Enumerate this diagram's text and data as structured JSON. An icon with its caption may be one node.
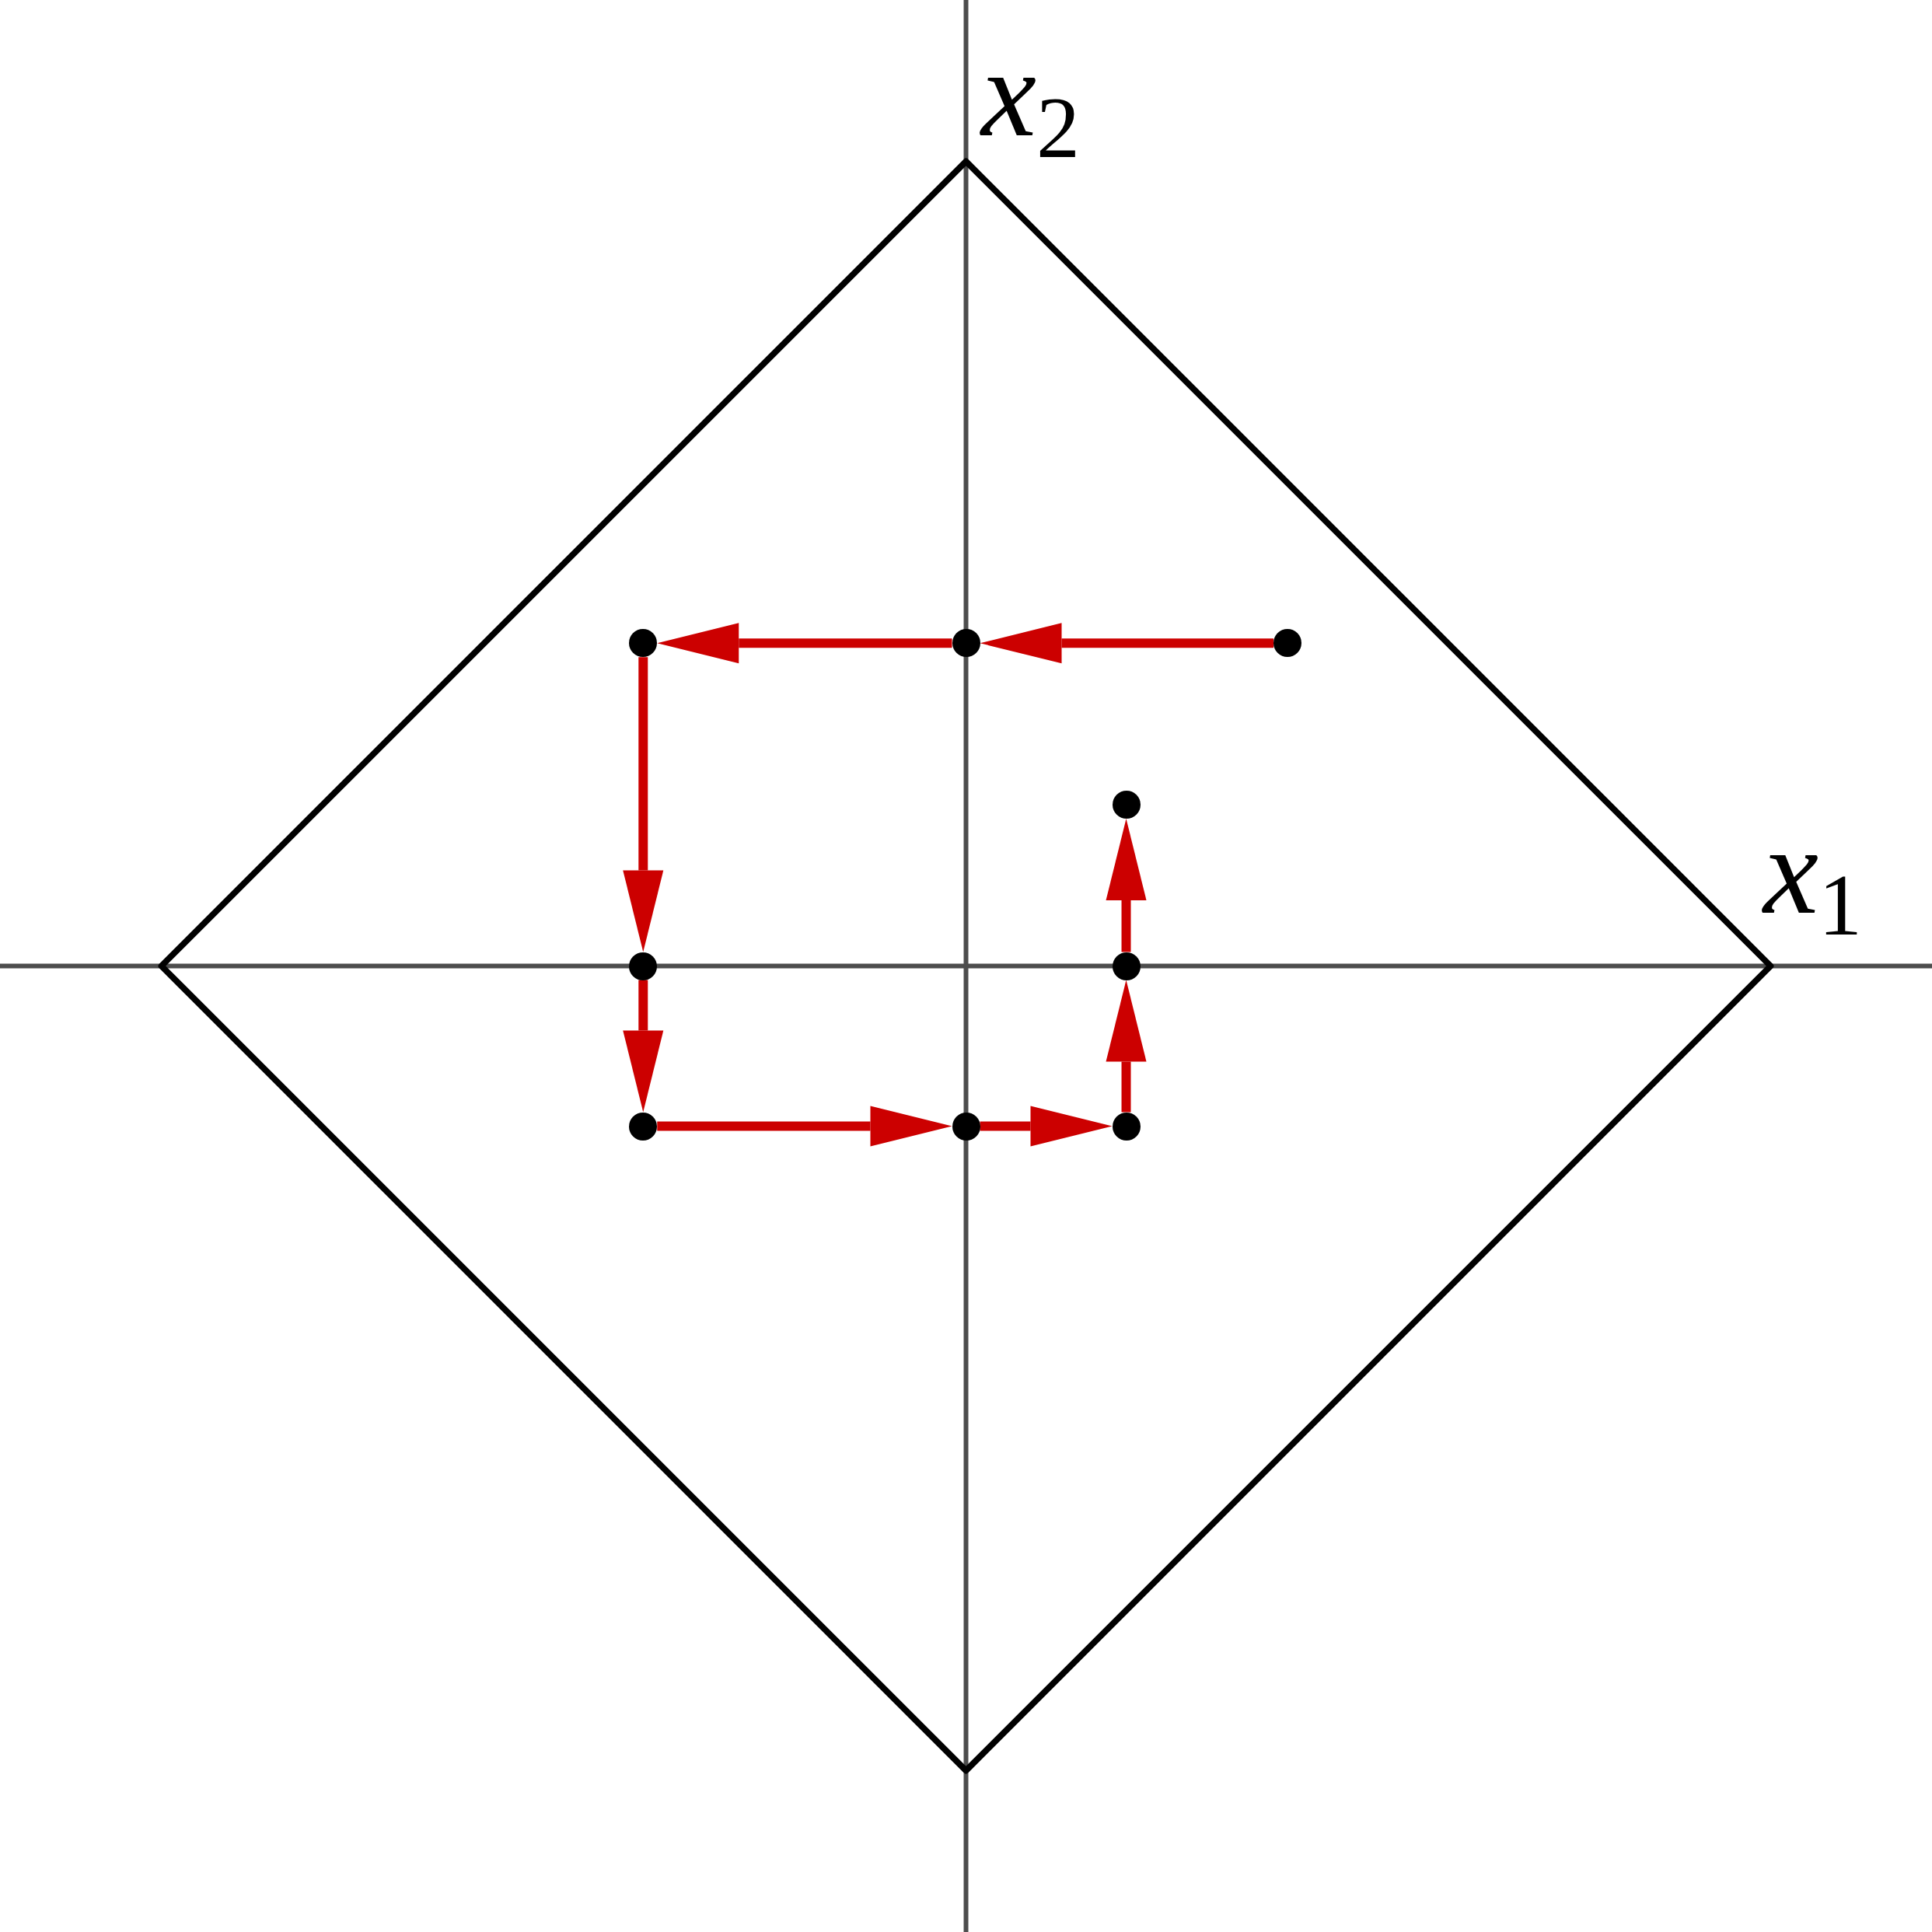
{
  "diagram": {
    "nodes": [
      {
        "text": [],
        "shape": "circle"
      },
      {
        "text": [],
        "shape": "circle"
      },
      {
        "text": [],
        "shape": "circle"
      },
      {
        "text": [],
        "shape": "circle"
      },
      {
        "text": [],
        "shape": "circle"
      },
      {
        "text": [],
        "shape": "circle"
      },
      {
        "text": [],
        "shape": "circle"
      },
      {
        "text": [],
        "shape": "circle"
      },
      {
        "text": [],
        "shape": "circle"
      }
    ],
    "edges": [
      {
        "from": 2,
        "to": 1,
        "arrow": "to"
      },
      {
        "from": 1,
        "to": 0,
        "arrow": "to"
      },
      {
        "from": 0,
        "to": 4,
        "arrow": "to"
      },
      {
        "from": 4,
        "to": 6,
        "arrow": "to"
      },
      {
        "from": 6,
        "to": 7,
        "arrow": "to"
      },
      {
        "from": 7,
        "to": 8,
        "arrow": "to"
      },
      {
        "from": 8,
        "to": 5,
        "arrow": "to"
      },
      {
        "from": 5,
        "to": 3,
        "arrow": "to"
      }
    ],
    "labels": [
      "*x*$_{2}$",
      "*x*$_{1}$"
    ]
  }
}
